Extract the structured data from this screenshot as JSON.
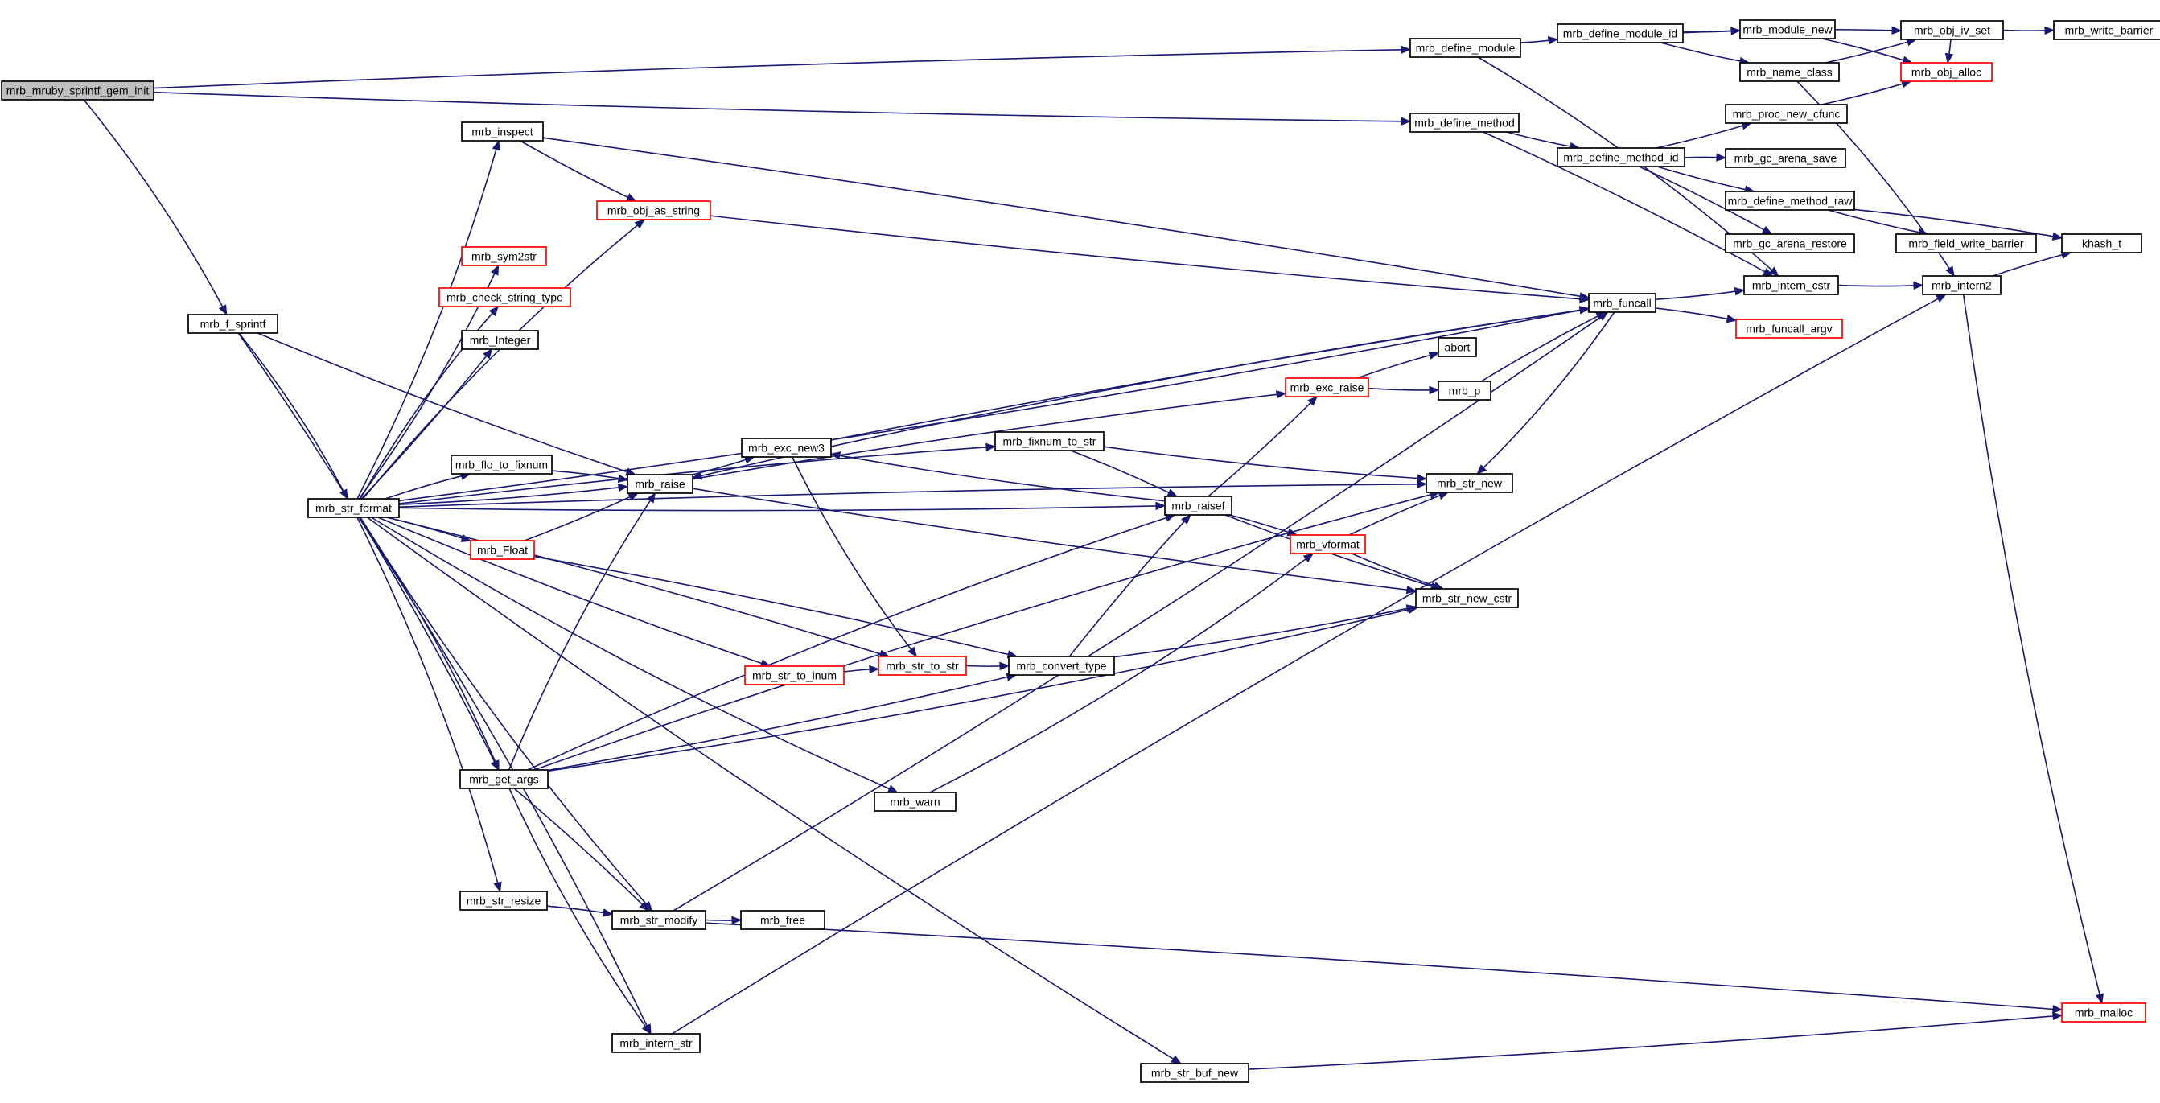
{
  "graph": {
    "edge_color": "#191970",
    "node_border": "#000000",
    "truncated_border": "#ff0000",
    "root_fill": "#bfbfbf",
    "nodes": [
      {
        "id": "init",
        "label": "mrb_mruby_sprintf_gem_init",
        "root": true
      },
      {
        "id": "sprintf",
        "label": "mrb_f_sprintf"
      },
      {
        "id": "format",
        "label": "mrb_str_format"
      },
      {
        "id": "define_module",
        "label": "mrb_define_module"
      },
      {
        "id": "define_module_id",
        "label": "mrb_define_module_id"
      },
      {
        "id": "module_new",
        "label": "mrb_module_new"
      },
      {
        "id": "name_class",
        "label": "mrb_name_class"
      },
      {
        "id": "obj_iv_set",
        "label": "mrb_obj_iv_set"
      },
      {
        "id": "write_barrier",
        "label": "mrb_write_barrier"
      },
      {
        "id": "obj_alloc",
        "label": "mrb_obj_alloc",
        "truncated": true
      },
      {
        "id": "define_method",
        "label": "mrb_define_method"
      },
      {
        "id": "define_method_id",
        "label": "mrb_define_method_id"
      },
      {
        "id": "proc_new_cfunc",
        "label": "mrb_proc_new_cfunc"
      },
      {
        "id": "gc_arena_save",
        "label": "mrb_gc_arena_save"
      },
      {
        "id": "define_method_raw",
        "label": "mrb_define_method_raw"
      },
      {
        "id": "gc_arena_restore",
        "label": "mrb_gc_arena_restore"
      },
      {
        "id": "field_write_barrier",
        "label": "mrb_field_write_barrier"
      },
      {
        "id": "khash_t",
        "label": "khash_t"
      },
      {
        "id": "inspect",
        "label": "mrb_inspect"
      },
      {
        "id": "obj_as_string",
        "label": "mrb_obj_as_string",
        "truncated": true
      },
      {
        "id": "sym2str",
        "label": "mrb_sym2str",
        "truncated": true
      },
      {
        "id": "check_string_type",
        "label": "mrb_check_string_type",
        "truncated": true
      },
      {
        "id": "integer",
        "label": "mrb_Integer"
      },
      {
        "id": "flo_to_fixnum",
        "label": "mrb_flo_to_fixnum"
      },
      {
        "id": "float",
        "label": "mrb_Float",
        "truncated": true
      },
      {
        "id": "raise",
        "label": "mrb_raise"
      },
      {
        "id": "exc_new3",
        "label": "mrb_exc_new3"
      },
      {
        "id": "fixnum_to_str",
        "label": "mrb_fixnum_to_str"
      },
      {
        "id": "raisef",
        "label": "mrb_raisef"
      },
      {
        "id": "exc_raise",
        "label": "mrb_exc_raise",
        "truncated": true
      },
      {
        "id": "abort",
        "label": "abort"
      },
      {
        "id": "mrb_p",
        "label": "mrb_p"
      },
      {
        "id": "funcall",
        "label": "mrb_funcall"
      },
      {
        "id": "funcall_argv",
        "label": "mrb_funcall_argv",
        "truncated": true
      },
      {
        "id": "intern_cstr",
        "label": "mrb_intern_cstr"
      },
      {
        "id": "intern2",
        "label": "mrb_intern2"
      },
      {
        "id": "str_new",
        "label": "mrb_str_new"
      },
      {
        "id": "vformat",
        "label": "mrb_vformat",
        "truncated": true
      },
      {
        "id": "str_new_cstr",
        "label": "mrb_str_new_cstr"
      },
      {
        "id": "str_to_inum",
        "label": "mrb_str_to_inum",
        "truncated": true
      },
      {
        "id": "str_to_str",
        "label": "mrb_str_to_str",
        "truncated": true
      },
      {
        "id": "convert_type",
        "label": "mrb_convert_type"
      },
      {
        "id": "get_args",
        "label": "mrb_get_args"
      },
      {
        "id": "warn",
        "label": "mrb_warn"
      },
      {
        "id": "str_resize",
        "label": "mrb_str_resize"
      },
      {
        "id": "str_modify",
        "label": "mrb_str_modify"
      },
      {
        "id": "free",
        "label": "mrb_free"
      },
      {
        "id": "intern_str",
        "label": "mrb_intern_str"
      },
      {
        "id": "str_buf_new",
        "label": "mrb_str_buf_new"
      },
      {
        "id": "malloc",
        "label": "mrb_malloc",
        "truncated": true
      }
    ],
    "edges": [
      [
        "init",
        "define_module"
      ],
      [
        "init",
        "define_method"
      ],
      [
        "init",
        "sprintf"
      ],
      [
        "define_module",
        "define_module_id"
      ],
      [
        "define_module",
        "intern_cstr"
      ],
      [
        "define_module_id",
        "module_new"
      ],
      [
        "define_module_id",
        "obj_iv_set"
      ],
      [
        "define_module_id",
        "name_class"
      ],
      [
        "module_new",
        "obj_alloc"
      ],
      [
        "name_class",
        "obj_iv_set"
      ],
      [
        "name_class",
        "intern2"
      ],
      [
        "obj_iv_set",
        "write_barrier"
      ],
      [
        "obj_iv_set",
        "obj_alloc"
      ],
      [
        "define_method",
        "define_method_id"
      ],
      [
        "define_method",
        "intern_cstr"
      ],
      [
        "define_method_id",
        "proc_new_cfunc"
      ],
      [
        "define_method_id",
        "gc_arena_save"
      ],
      [
        "define_method_id",
        "define_method_raw"
      ],
      [
        "define_method_id",
        "gc_arena_restore"
      ],
      [
        "proc_new_cfunc",
        "obj_alloc"
      ],
      [
        "define_method_raw",
        "khash_t"
      ],
      [
        "define_method_raw",
        "field_write_barrier"
      ],
      [
        "sprintf",
        "format"
      ],
      [
        "sprintf",
        "raise"
      ],
      [
        "sprintf",
        "get_args"
      ],
      [
        "format",
        "inspect"
      ],
      [
        "format",
        "obj_as_string"
      ],
      [
        "format",
        "sym2str"
      ],
      [
        "format",
        "check_string_type"
      ],
      [
        "format",
        "integer"
      ],
      [
        "format",
        "flo_to_fixnum"
      ],
      [
        "format",
        "raise"
      ],
      [
        "format",
        "float"
      ],
      [
        "format",
        "funcall"
      ],
      [
        "format",
        "fixnum_to_str"
      ],
      [
        "format",
        "raisef"
      ],
      [
        "format",
        "str_to_str"
      ],
      [
        "format",
        "str_to_inum"
      ],
      [
        "format",
        "get_args"
      ],
      [
        "format",
        "warn"
      ],
      [
        "format",
        "str_resize"
      ],
      [
        "format",
        "str_modify"
      ],
      [
        "format",
        "intern_str"
      ],
      [
        "format",
        "str_buf_new"
      ],
      [
        "format",
        "str_new"
      ],
      [
        "inspect",
        "obj_as_string"
      ],
      [
        "inspect",
        "funcall"
      ],
      [
        "obj_as_string",
        "funcall"
      ],
      [
        "flo_to_fixnum",
        "raise"
      ],
      [
        "float",
        "raise"
      ],
      [
        "float",
        "convert_type"
      ],
      [
        "raise",
        "exc_new3"
      ],
      [
        "raise",
        "exc_raise"
      ],
      [
        "raise",
        "str_new_cstr"
      ],
      [
        "exc_new3",
        "funcall"
      ],
      [
        "exc_new3",
        "str_to_str"
      ],
      [
        "fixnum_to_str",
        "raisef"
      ],
      [
        "fixnum_to_str",
        "str_new"
      ],
      [
        "raisef",
        "exc_new3"
      ],
      [
        "raisef",
        "exc_raise"
      ],
      [
        "raisef",
        "vformat"
      ],
      [
        "raisef",
        "str_new_cstr"
      ],
      [
        "exc_raise",
        "abort"
      ],
      [
        "exc_raise",
        "mrb_p"
      ],
      [
        "mrb_p",
        "funcall"
      ],
      [
        "funcall",
        "raise"
      ],
      [
        "funcall",
        "str_new"
      ],
      [
        "funcall",
        "intern_cstr"
      ],
      [
        "funcall",
        "funcall_argv"
      ],
      [
        "intern_cstr",
        "intern2"
      ],
      [
        "intern2",
        "khash_t"
      ],
      [
        "intern2",
        "malloc"
      ],
      [
        "vformat",
        "str_new"
      ],
      [
        "vformat",
        "str_new_cstr"
      ],
      [
        "str_to_inum",
        "str_to_str"
      ],
      [
        "str_to_str",
        "convert_type"
      ],
      [
        "convert_type",
        "raisef"
      ],
      [
        "convert_type",
        "str_new_cstr"
      ],
      [
        "get_args",
        "raise"
      ],
      [
        "get_args",
        "convert_type"
      ],
      [
        "get_args",
        "raisef"
      ],
      [
        "get_args",
        "str_new_cstr"
      ],
      [
        "get_args",
        "str_modify"
      ],
      [
        "get_args",
        "intern_str"
      ],
      [
        "get_args",
        "str_new"
      ],
      [
        "warn",
        "vformat"
      ],
      [
        "str_resize",
        "str_modify"
      ],
      [
        "str_modify",
        "free"
      ],
      [
        "str_modify",
        "malloc"
      ],
      [
        "str_modify",
        "funcall"
      ],
      [
        "intern_str",
        "intern2"
      ],
      [
        "str_buf_new",
        "malloc"
      ]
    ]
  }
}
